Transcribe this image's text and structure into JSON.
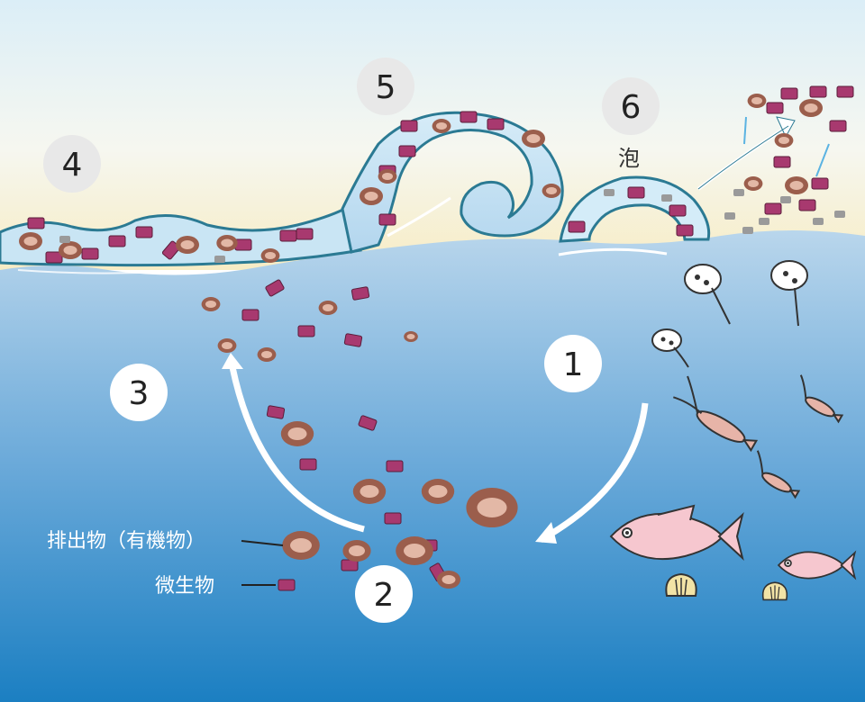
{
  "stages": [
    {
      "id": "1",
      "label": "1"
    },
    {
      "id": "2",
      "label": "2"
    },
    {
      "id": "3",
      "label": "3"
    },
    {
      "id": "4",
      "label": "4"
    },
    {
      "id": "5",
      "label": "5"
    },
    {
      "id": "6",
      "label": "6"
    }
  ],
  "foam_label": "泡",
  "legend": {
    "excreta": "排出物（有機物）",
    "microbes": "微生物"
  },
  "colors": {
    "sea_top": "#b6d4ea",
    "sea_bottom": "#1f83c4",
    "microbe": "#a8396f",
    "excreta_outer": "#9b5e4c",
    "excreta_inner": "#e3b8a6",
    "foam_fill": "#d4ecf8",
    "foam_stroke": "#2b7a93"
  }
}
